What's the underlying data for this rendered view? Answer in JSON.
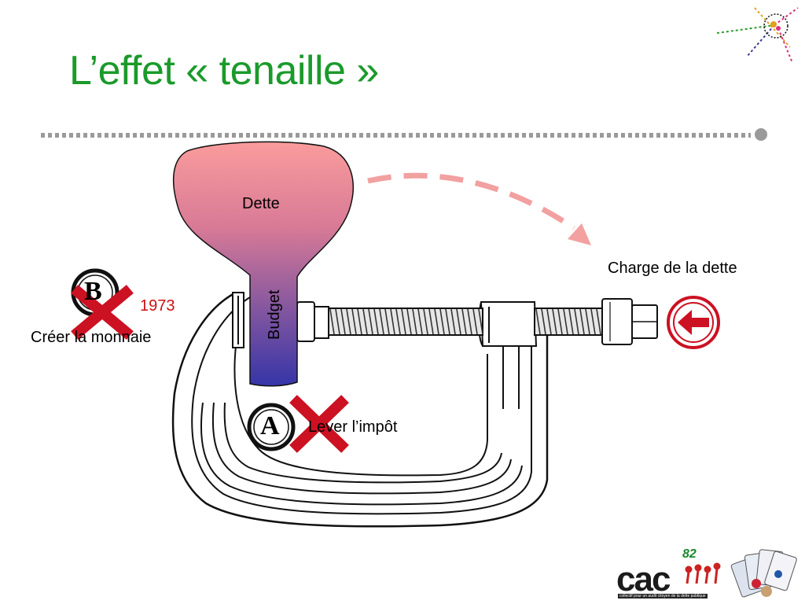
{
  "slide": {
    "title": "L’effet « tenaille »"
  },
  "diagram": {
    "dette_label": "Dette",
    "budget_label": "Budget",
    "charge_label": "Charge de la dette",
    "option_b": {
      "letter": "B",
      "label": "Créer la monnaie",
      "year": "1973"
    },
    "option_a": {
      "letter": "A",
      "label": "Lever l’impôt"
    }
  },
  "logo": {
    "name": "cac",
    "badge": "82",
    "tagline": "collectif pour un audit citoyen de la dette publique"
  },
  "colors": {
    "title": "#1a9a2a",
    "dette_top": "#f99a9a",
    "budget_bottom": "#3a3aa8",
    "cross": "#cc1122",
    "arrow_dashed": "#f2a0a0",
    "year": "#cc1111"
  }
}
